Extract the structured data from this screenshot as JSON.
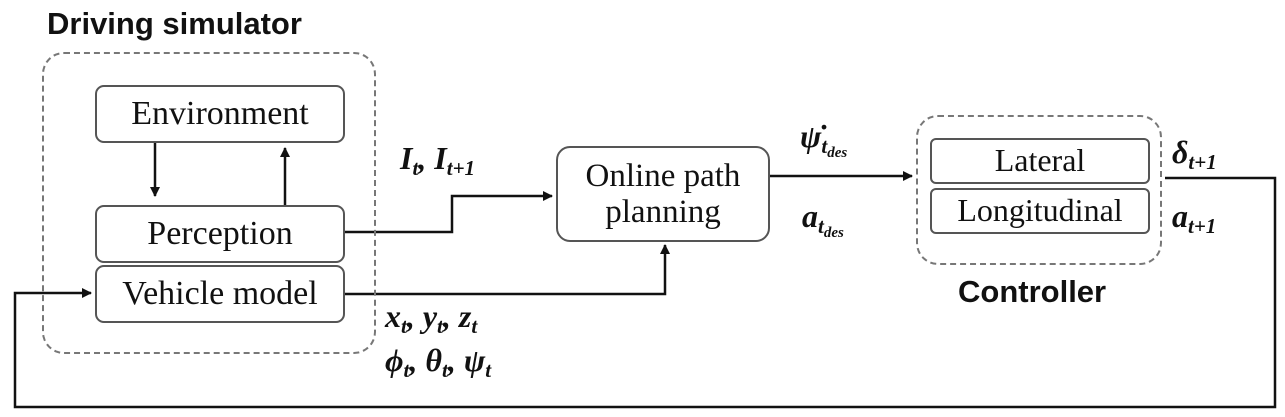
{
  "simulator": {
    "title": "Driving simulator",
    "environment_label": "Environment",
    "perception_label": "Perception",
    "vehicle_model_label": "Vehicle model"
  },
  "planner": {
    "line1": "Online path",
    "line2": "planning"
  },
  "controller": {
    "title": "Controller",
    "lateral_label": "Lateral",
    "longitudinal_label": "Longitudinal"
  },
  "signals": {
    "images": {
      "a": "I",
      "a_sub": "t",
      "sep": ", ",
      "b": "I",
      "b_sub": "t+1"
    },
    "pose_row1": {
      "a": "x",
      "a_sub": "t",
      "sep1": ", ",
      "b": "y",
      "b_sub": "t",
      "sep2": ", ",
      "c": "z",
      "c_sub": "t"
    },
    "pose_row2": {
      "a": "ϕ",
      "a_sub": "t",
      "sep1": ", ",
      "b": "θ",
      "b_sub": "t",
      "sep2": ", ",
      "c": "ψ",
      "c_sub": "t"
    },
    "yaw_rate": {
      "sym": "ψ̇",
      "sub1": "t",
      "sub2": "des"
    },
    "accel_des": {
      "sym": "a",
      "sub1": "t",
      "sub2": "des"
    },
    "steer": {
      "sym": "δ",
      "sub": "t+1"
    },
    "accel_next": {
      "sym": "a",
      "sub": "t+1"
    }
  },
  "colors": {
    "stroke": "#111111",
    "box_border": "#555555",
    "dash": "#777777"
  }
}
